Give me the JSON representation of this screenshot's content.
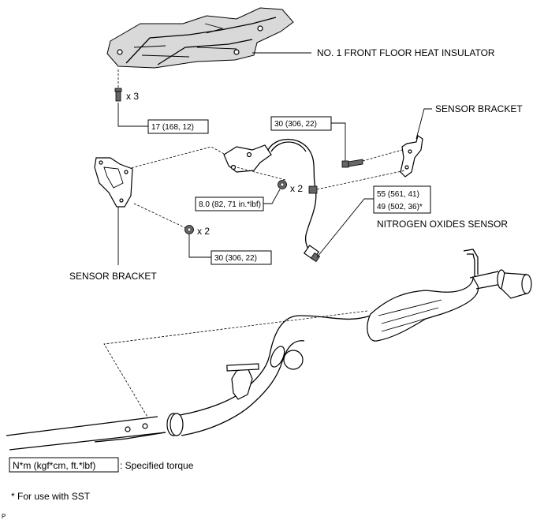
{
  "labels": {
    "insulator": "NO. 1 FRONT FLOOR HEAT INSULATOR",
    "bracket_right": "SENSOR BRACKET",
    "bracket_left": "SENSOR BRACKET",
    "nox_sensor": "NITROGEN OXIDES SENSOR"
  },
  "quantities": {
    "bolts_insulator": "x 3",
    "nuts_sensor": "x 2",
    "nuts_bracket": "x 2"
  },
  "torques": {
    "insulator_bolt": "17 (168, 12)",
    "bracket_bolt": "30 (306, 22)",
    "sensor_nut": "8.0 (82, 71 in.*lbf)",
    "bracket_nut": "30 (306, 22)",
    "sensor_main": "55 (561, 41)",
    "sensor_sst": "49 (502, 36)*"
  },
  "legend": {
    "unit_box": "N*m (kgf*cm, ft.*lbf)",
    "unit_desc": ": Specified torque",
    "footnote": "* For use with SST"
  },
  "corner_mark": "P"
}
